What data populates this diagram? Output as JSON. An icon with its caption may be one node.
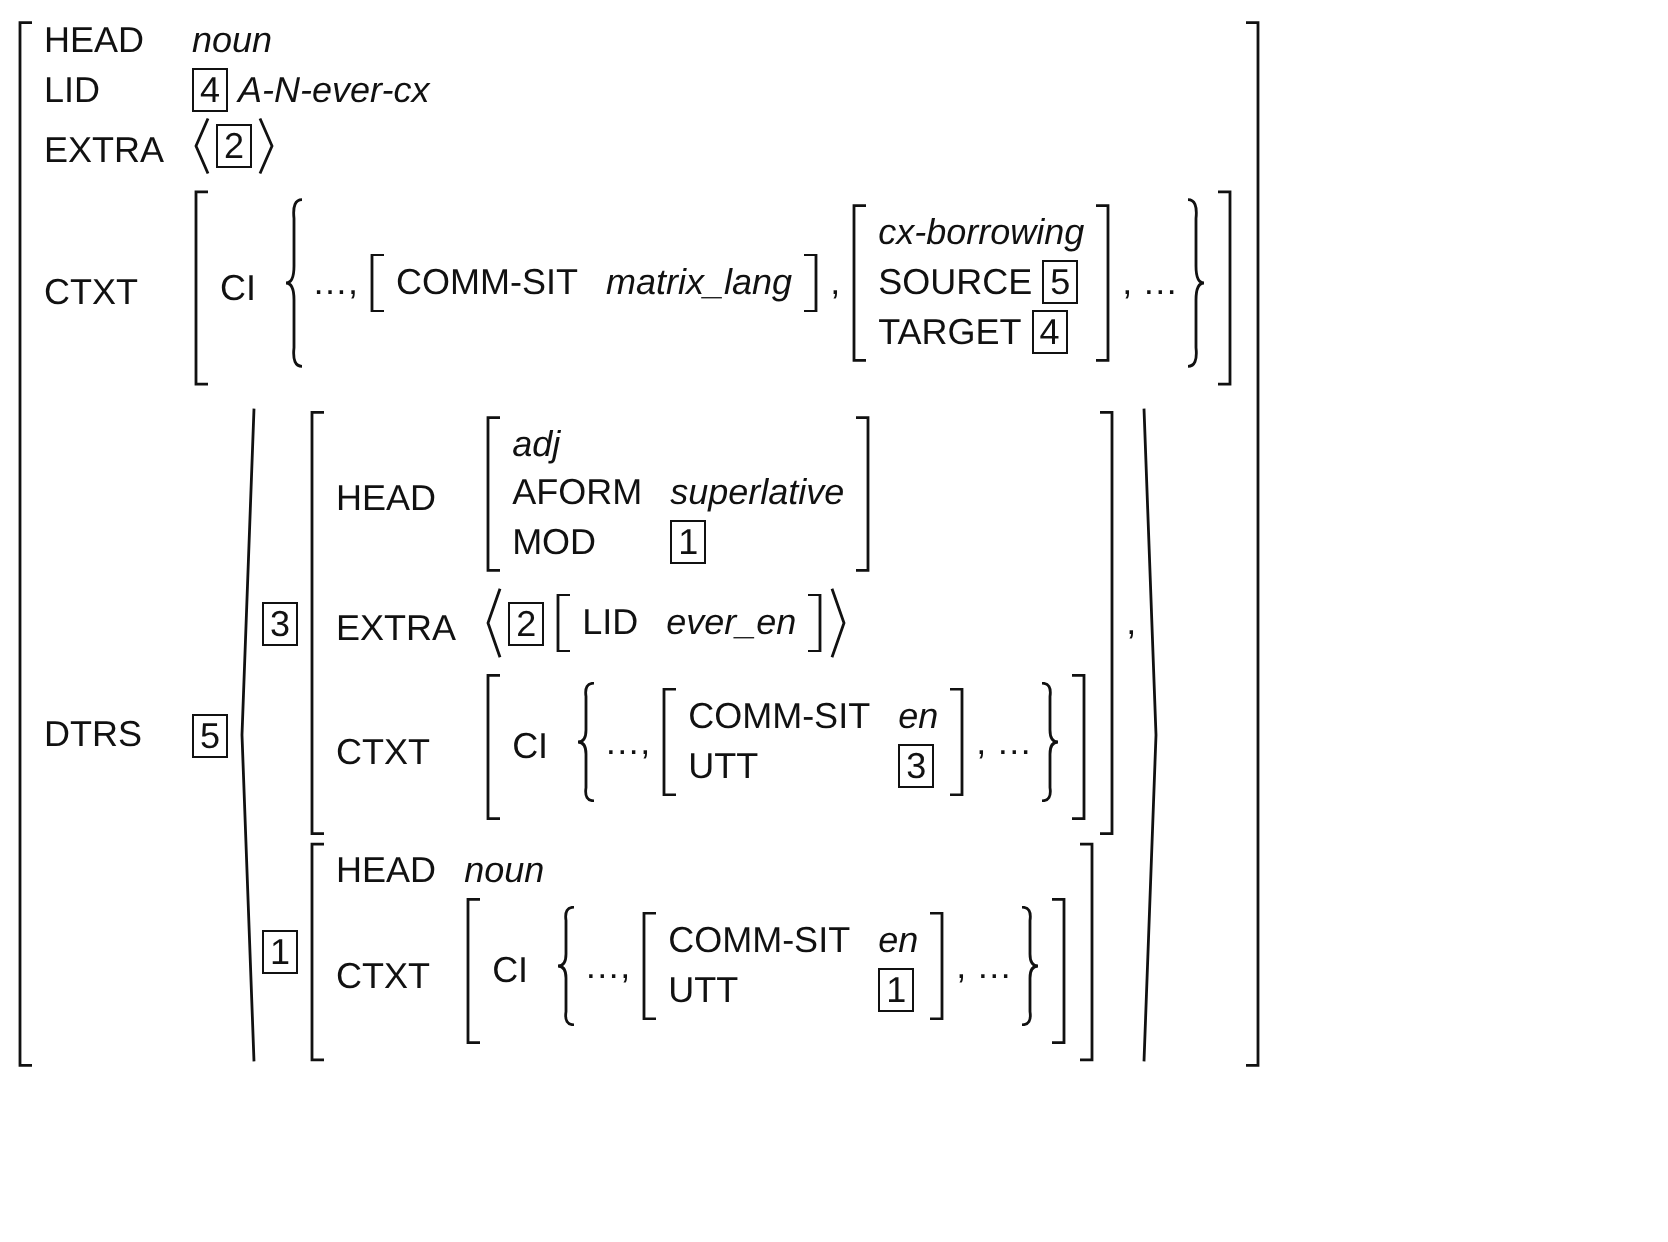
{
  "diagram": {
    "nodes": [
      {
        "text": [
          "4"
        ]
      },
      {
        "text": [
          "2"
        ]
      },
      {
        "text": [
          "5"
        ]
      },
      {
        "text": [
          "4"
        ]
      },
      {
        "text": [
          "5"
        ]
      },
      {
        "text": [
          "3"
        ]
      },
      {
        "text": [
          "1"
        ]
      },
      {
        "text": [
          "2"
        ]
      },
      {
        "text": [
          "3"
        ]
      },
      {
        "text": [
          "1"
        ]
      },
      {
        "text": [
          "1"
        ]
      }
    ],
    "labels": [
      "HEAD",
      "noun",
      "LID",
      "A-N-ever-cx",
      "EXTRA",
      "CTXT",
      "CI",
      "…,",
      "COMM-SIT",
      "matrix_lang",
      ",",
      "cx-borrowing",
      "SOURCE",
      "TARGET",
      ", …",
      "DTRS",
      "HEAD",
      "adj",
      "AFORM",
      "superlative",
      "MOD",
      "EXTRA",
      "LID",
      "ever_en",
      "CTXT",
      "CI",
      "…,",
      "COMM-SIT",
      "en",
      "UTT",
      ", …",
      ",",
      "HEAD",
      "noun",
      "CTXT",
      "CI",
      "…,",
      "COMM-SIT",
      "en",
      "UTT",
      ", …"
    ]
  }
}
